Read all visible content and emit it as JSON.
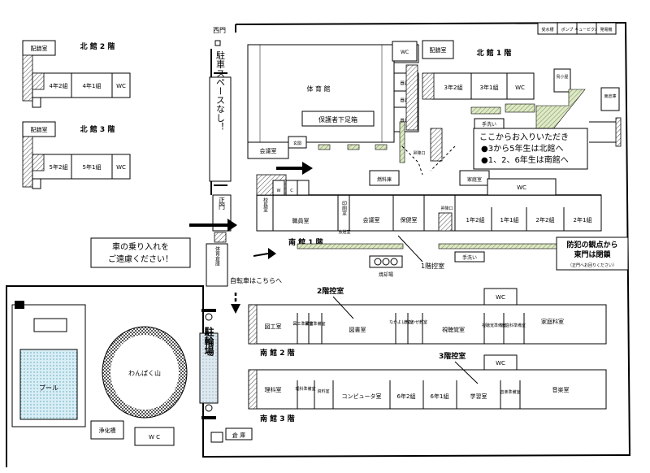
{
  "north2": {
    "title": "北 館 2 階",
    "haizen": "配膳室",
    "class1": "4年2組",
    "class2": "4年1組",
    "wc": "WC"
  },
  "north3": {
    "title": "北 館 3 階",
    "haizen": "配膳室",
    "class1": "5年2組",
    "class2": "5年1組",
    "wc": "WC"
  },
  "gate": {
    "west": "西門",
    "main": "正門",
    "east_room": "東倉庫"
  },
  "parking": "駐車スペースなし！",
  "gym": {
    "title": "体 育 館",
    "meeting": "会議室",
    "entrance": "玄関",
    "store1": "器具庫",
    "store2": "器具庫",
    "store3": "器具庫",
    "guardian_box": "保護者下足箱"
  },
  "north1": {
    "title": "北 館 1 階",
    "haizen": "配膳室",
    "class1": "3年2組",
    "class2": "3年1組",
    "wc": "WC",
    "wc2": "WC",
    "kodeya": "鳥小屋",
    "handwash": "手洗い",
    "entrance": "昇降口"
  },
  "utilities": [
    "受水槽",
    "ポンプ",
    "キュービクル",
    "発電機"
  ],
  "notice_enter": {
    "line1": "ここからお入りいただき",
    "line2": "●3から5年生は北館へ",
    "line3": "●1、2、6年生は南館へ"
  },
  "south1": {
    "title": "南 館 1 階",
    "principal": "校長室",
    "staff": "職員室",
    "print": "印刷室",
    "meeting": "会議室",
    "health": "保健室",
    "entrance": "昇降口",
    "class1": "1年2組",
    "class2": "1年1組",
    "class3": "2年2組",
    "class4": "2年1組",
    "fuel": "燃料庫",
    "family": "家庭室",
    "wc": "WC",
    "handwash": "手洗い",
    "broadcast": "放送室",
    "control1": "1階控室"
  },
  "notice_car": {
    "line1": "車の乗り入れを",
    "line2": "ご遠慮ください！"
  },
  "notice_east": {
    "line1": "防犯の観点から",
    "line2": "東門は閉鎖",
    "line3": "（正門へお回りください）"
  },
  "bicycle": "自転車はこちらへ",
  "gym_store": "体育倉庫",
  "incinerator": "焼却場",
  "south2": {
    "title": "南 館 2 階",
    "control": "2階控室",
    "craft": "図工室",
    "craft_prep": "図工準備室",
    "library_prep": "図書準備室",
    "library": "図書室",
    "small1": "なかよし教室",
    "small2": "そよかぜ教室",
    "av": "視聴覚室",
    "av_prep": "視聴覚準備室",
    "home_prep": "家庭科準備室",
    "home": "家庭科室",
    "wc": "WC"
  },
  "south3": {
    "title": "南 館 3 階",
    "control": "3階控室",
    "science": "理科室",
    "science_prep": "理科準備室",
    "material": "資料室",
    "computer": "コンピュータ室",
    "class1": "6年2組",
    "class2": "6年1組",
    "study": "学習室",
    "music_prep": "音楽準備室",
    "music": "音楽室",
    "wc": "WC"
  },
  "pool": "プール",
  "wanpaku": "わんぱく山",
  "bike_park": "駐輪場",
  "purifier": "浄化槽",
  "wc_outside": "W C",
  "warehouse": "倉 庫"
}
